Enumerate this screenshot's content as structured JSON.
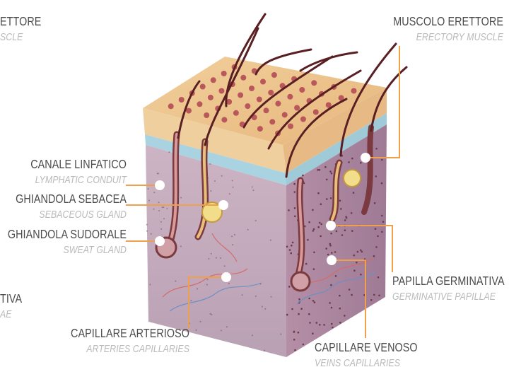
{
  "labels": {
    "muscolo_erettore_left": {
      "it": "ETTORE",
      "en": "SCLE"
    },
    "muscolo_erettore_right": {
      "it": "MUSCOLO ERETTORE",
      "en": "ERECTORY MUSCLE"
    },
    "canale_linfatico": {
      "it": "CANALE LINFATICO",
      "en": "LYMPHATIC CONDUIT"
    },
    "ghiandola_sebacea": {
      "it": "GHIANDOLA SEBACEA",
      "en": "SEBACEOUS GLAND"
    },
    "ghiandola_sudorale": {
      "it": "GHIANDOLA SUDORALE",
      "en": "SWEAT GLAND"
    },
    "papilla_left": {
      "it": "TIVA",
      "en": "AE"
    },
    "papilla_germinativa": {
      "it": "PAPILLA GERMINATIVA",
      "en": "GERMINATIVE PAPILLAE"
    },
    "capillare_arterioso": {
      "it": "CAPILLARE ARTERIOSO",
      "en": "ARTERIES CAPILLARIES"
    },
    "capillare_venoso": {
      "it": "CAPILLARE  VENOSO",
      "en": "VEINS CAPILLARIES"
    }
  },
  "colors": {
    "leader": "#f0a04b",
    "marker": "#ffffff",
    "epidermis": "#f3d6a4",
    "dermis_front": "#c7b0c2",
    "dermis_side": "#b79bb0",
    "hair": "#5a1f22",
    "pore": "#b9575b"
  }
}
